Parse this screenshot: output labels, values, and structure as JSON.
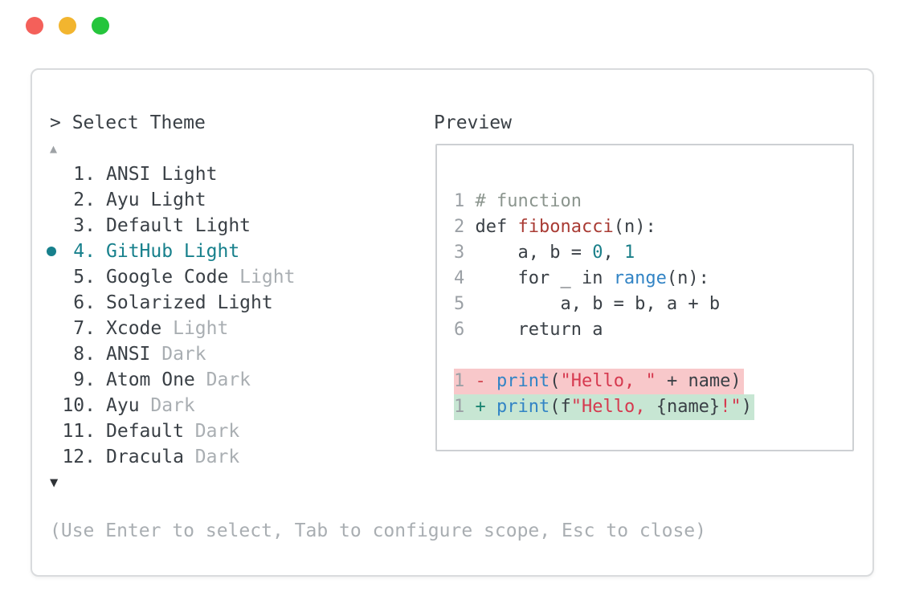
{
  "window": {
    "traffic_lights": [
      {
        "name": "close",
        "color": "#F4605A"
      },
      {
        "name": "minimize",
        "color": "#F2B52F"
      },
      {
        "name": "zoom",
        "color": "#25C53C"
      }
    ]
  },
  "selector": {
    "title": "> Select Theme",
    "scroll_up_indicator": "▲",
    "scroll_down_indicator": "▼",
    "items": [
      {
        "number": "1.",
        "name": "ANSI Light",
        "muted_suffix": "",
        "selected": false
      },
      {
        "number": "2.",
        "name": "Ayu Light",
        "muted_suffix": "",
        "selected": false
      },
      {
        "number": "3.",
        "name": "Default Light",
        "muted_suffix": "",
        "selected": false
      },
      {
        "number": "4.",
        "name": "GitHub Light",
        "muted_suffix": "",
        "selected": true
      },
      {
        "number": "5.",
        "name": "Google Code",
        "muted_suffix": "Light",
        "selected": false
      },
      {
        "number": "6.",
        "name": "Solarized Light",
        "muted_suffix": "",
        "selected": false
      },
      {
        "number": "7.",
        "name": "Xcode",
        "muted_suffix": "Light",
        "selected": false
      },
      {
        "number": "8.",
        "name": "ANSI",
        "muted_suffix": "Dark",
        "selected": false
      },
      {
        "number": "9.",
        "name": "Atom One",
        "muted_suffix": "Dark",
        "selected": false
      },
      {
        "number": "10.",
        "name": "Ayu",
        "muted_suffix": "Dark",
        "selected": false
      },
      {
        "number": "11.",
        "name": "Default",
        "muted_suffix": "Dark",
        "selected": false
      },
      {
        "number": "12.",
        "name": "Dracula",
        "muted_suffix": "Dark",
        "selected": false
      }
    ],
    "help_text": "(Use Enter to select, Tab to configure scope, Esc to close)"
  },
  "preview": {
    "label": "Preview",
    "code_lines": [
      {
        "bg": "",
        "segments": [
          [
            "1 ",
            "ln"
          ],
          [
            "# function",
            "comment"
          ]
        ]
      },
      {
        "bg": "",
        "segments": [
          [
            "2 ",
            "ln"
          ],
          [
            "def ",
            "dark"
          ],
          [
            "fibonacci",
            "func"
          ],
          [
            "(n):",
            "dark"
          ]
        ]
      },
      {
        "bg": "",
        "segments": [
          [
            "3 ",
            "ln"
          ],
          [
            "    a, b = ",
            "dark"
          ],
          [
            "0",
            "num"
          ],
          [
            ", ",
            "dark"
          ],
          [
            "1",
            "num"
          ]
        ]
      },
      {
        "bg": "",
        "segments": [
          [
            "4 ",
            "ln"
          ],
          [
            "    for _ in ",
            "dark"
          ],
          [
            "range",
            "blue"
          ],
          [
            "(n):",
            "dark"
          ]
        ]
      },
      {
        "bg": "",
        "segments": [
          [
            "5 ",
            "ln"
          ],
          [
            "        a, b = b, a + b",
            "dark"
          ]
        ]
      },
      {
        "bg": "",
        "segments": [
          [
            "6 ",
            "ln"
          ],
          [
            "    return a",
            "dark"
          ]
        ]
      },
      {
        "bg": "",
        "segments": []
      },
      {
        "bg": "del",
        "segments": [
          [
            "1 ",
            "ln"
          ],
          [
            "- ",
            "minus"
          ],
          [
            "print",
            "blue"
          ],
          [
            "(",
            "dark"
          ],
          [
            "\"Hello, \"",
            "string"
          ],
          [
            " + name)",
            "dark"
          ]
        ]
      },
      {
        "bg": "add",
        "segments": [
          [
            "1 ",
            "ln"
          ],
          [
            "+ ",
            "plus"
          ],
          [
            "print",
            "blue"
          ],
          [
            "(f",
            "dark"
          ],
          [
            "\"Hello, ",
            "string"
          ],
          [
            "{name}",
            "dark"
          ],
          [
            "!\"",
            "string"
          ],
          [
            ")",
            "dark"
          ]
        ]
      }
    ]
  },
  "colors": {
    "accent": "#17808C",
    "text": "#3A4046",
    "muted": "#A9AEB2",
    "linenum": "#9BA0A5",
    "comment": "#8B958E",
    "func_red": "#A93B34",
    "number_teal": "#1A7F89",
    "call_blue": "#3284C5",
    "string_red": "#D6394F",
    "diff_minus": "#D2454F",
    "diff_plus": "#1B8471",
    "del_bg": "#F8C8CA",
    "add_bg": "#C7E6D3",
    "window_border": "#D9DBDD",
    "preview_border": "#CDD0D3",
    "arrow_up": "#9EA2A6",
    "arrow_down": "#2F3337"
  }
}
